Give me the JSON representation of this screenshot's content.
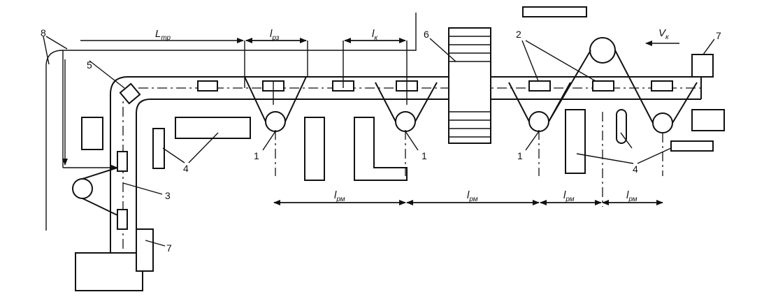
{
  "labels": {
    "n1": "1",
    "n2": "2",
    "n3": "3",
    "n4": "4",
    "n5": "5",
    "n6": "6",
    "n7": "7",
    "n8": "8"
  },
  "dimensions": {
    "tr": {
      "main": "L",
      "sub": "тр"
    },
    "rz": {
      "main": "l",
      "sub": "рз"
    },
    "k": {
      "main": "l",
      "sub": "к"
    },
    "rm": {
      "main": "l",
      "sub": "рм"
    },
    "speed": {
      "main": "V",
      "sub": "к"
    }
  }
}
